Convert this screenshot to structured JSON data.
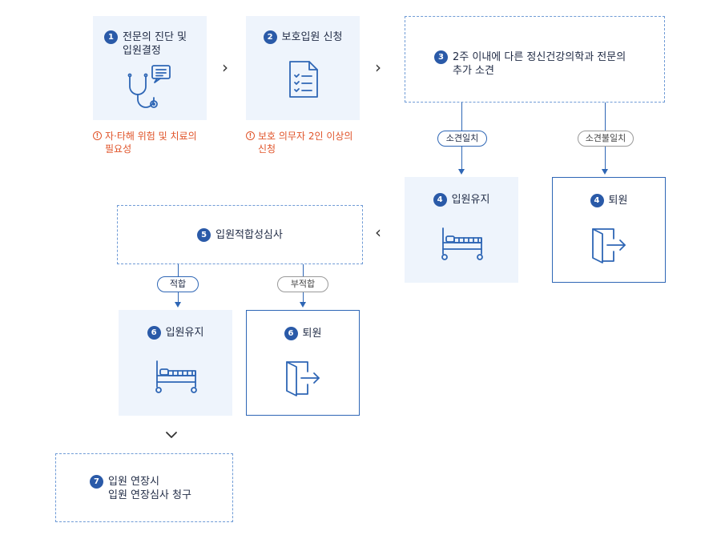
{
  "steps": {
    "s1": {
      "num": "1",
      "line1": "전문의 진단 및",
      "line2": "입원결정",
      "warn_icon": "!",
      "warn_line1": "자·타해 위험 및 치료의",
      "warn_line2": "필요성",
      "icon": "stethoscope-icon"
    },
    "s2": {
      "num": "2",
      "label": "보호입원 신청",
      "warn_icon": "!",
      "warn_line1": "보호 의무자 2인 이상의",
      "warn_line2": "신청",
      "icon": "document-checklist-icon"
    },
    "s3": {
      "num": "3",
      "line1": "2주 이내에 다른 정신건강의학과 전문의",
      "line2": "추가 소견"
    },
    "s4a": {
      "num": "4",
      "label": "입원유지",
      "icon": "hospital-bed-icon"
    },
    "s4b": {
      "num": "4",
      "label": "퇴원",
      "icon": "exit-door-icon"
    },
    "s5": {
      "num": "5",
      "label": "입원적합성심사"
    },
    "s6a": {
      "num": "6",
      "label": "입원유지",
      "icon": "hospital-bed-icon"
    },
    "s6b": {
      "num": "6",
      "label": "퇴원",
      "icon": "exit-door-icon"
    },
    "s7": {
      "num": "7",
      "line1": "입원 연장시",
      "line2": "입원 연장심사 청구"
    }
  },
  "branches": {
    "agree": "소견일치",
    "disagree": "소견불일치",
    "fit": "적합",
    "unfit": "부적합"
  },
  "arrows": {
    "right": "›",
    "left": "‹",
    "down": "⌄"
  },
  "colors": {
    "accent": "#2a5aa8",
    "fill": "#eef4fc",
    "warning": "#e0542a",
    "dash": "#6f9bd6"
  }
}
